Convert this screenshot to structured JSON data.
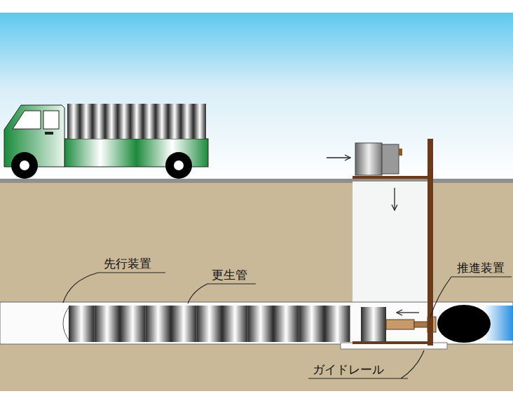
{
  "diagram": {
    "labels": [
      "先行装置",
      "更生管",
      "推進装置",
      "ガイドレール"
    ]
  }
}
